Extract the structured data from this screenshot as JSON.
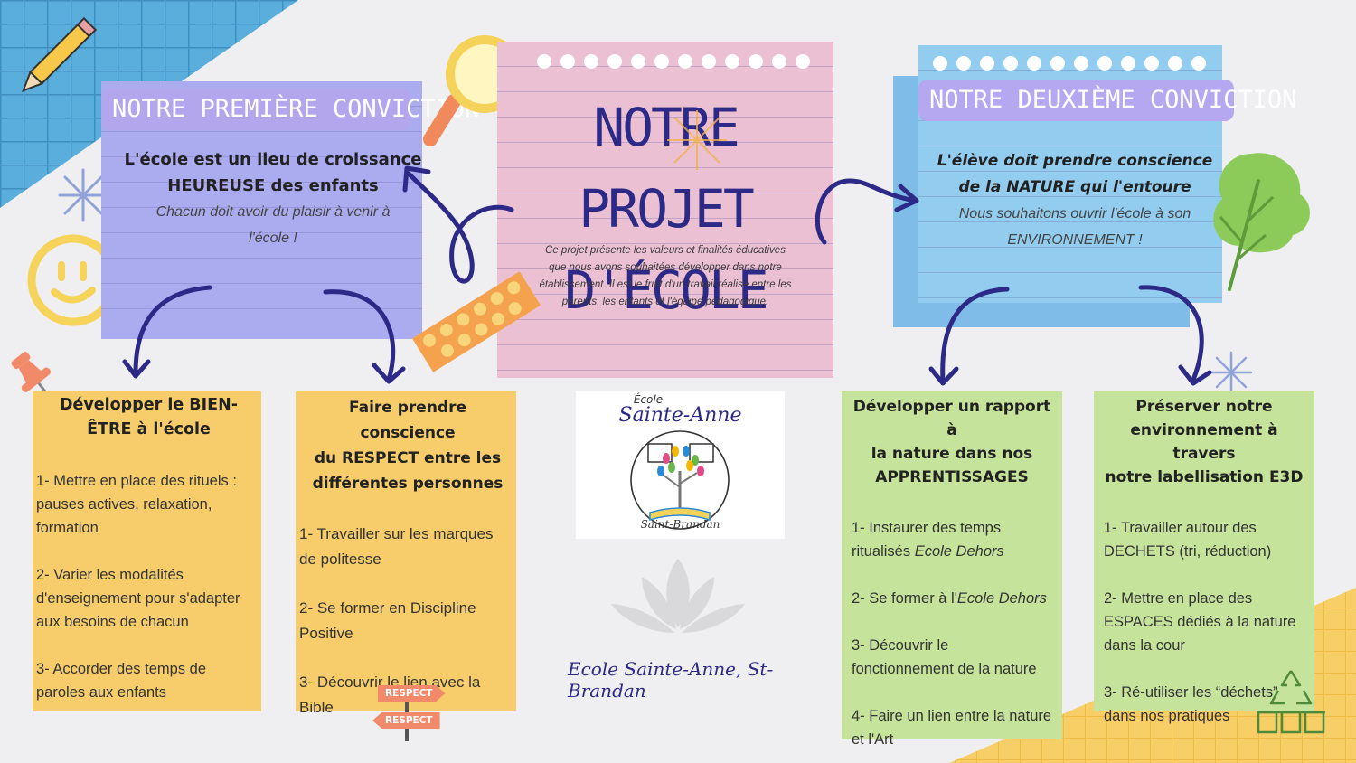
{
  "center_note": {
    "title_line1": "NOTRE PROJET",
    "title_line2": "D'ÉCOLE",
    "description_line1": "Ce projet présente les valeurs et finalités éducatives",
    "description_line2": "que nous avons souhaitées développer dans notre",
    "description_line3": "établissement. Il est le fruit d'un travail réalisé entre les",
    "description_line4": "parents, les enfants et l'équipe pédagogique."
  },
  "conviction1": {
    "title": "NOTRE PREMIÈRE CONVICTION",
    "line1": "L'école est un lieu de croissance",
    "line2_bold": "HEUREUSE",
    "line2_rest": " des enfants",
    "subtitle_line1": "Chacun doit avoir du plaisir à venir à",
    "subtitle_line2": "l'école !"
  },
  "conviction2": {
    "title": "NOTRE DEUXIÈME CONVICTION",
    "line1": "L'élève doit prendre conscience",
    "line2": "de la NATURE qui l'entoure",
    "subtitle_line1": "Nous souhaitons ouvrir l'école à son",
    "subtitle_line2": "ENVIRONNEMENT !"
  },
  "boxes": [
    {
      "title_line1": "Développer le BIEN-",
      "title_line2": "ÊTRE à l'école",
      "items": [
        [
          "1- Mettre en place des rituels :",
          "pauses actives, relaxation,",
          "formation"
        ],
        [
          "2- Varier les modalités",
          "d'enseignement pour s'adapter",
          "aux besoins de chacun"
        ],
        [
          "3- Accorder des temps de",
          "paroles aux enfants"
        ]
      ]
    },
    {
      "title_line1": "Faire prendre conscience",
      "title_line2": "du RESPECT entre les",
      "title_line3": "différentes personnes",
      "items": [
        [
          "1- Travailler sur les marques",
          "de politesse"
        ],
        [
          "2- Se former en Discipline",
          "Positive"
        ],
        [
          "3- Découvrir le lien avec la",
          "Bible"
        ]
      ]
    },
    {
      "title_line1": "Développer un rapport à",
      "title_line2": "la nature dans nos",
      "title_line3": "APPRENTISSAGES",
      "items": [
        [
          "1- Instaurer des temps",
          "ritualisés ",
          "Ecole Dehors"
        ],
        [
          "2- Se former à l'",
          "Ecole Dehors"
        ],
        [
          "3- Découvrir le",
          "fonctionnement de la nature"
        ],
        [
          "4- Faire un lien entre la nature",
          "et l'Art"
        ]
      ]
    },
    {
      "title_line1": "Préserver notre",
      "title_line2": "environnement à travers",
      "title_line3": "notre labellisation E3D",
      "items": [
        [
          "1- Travailler autour des",
          "DECHETS (tri, réduction)"
        ],
        [
          "2- Mettre en place des",
          "ESPACES dédiés à la nature",
          "dans la cour"
        ],
        [
          "3- Ré-utiliser les “déchets”",
          "dans nos pratiques"
        ]
      ]
    }
  ],
  "logo": {
    "top_small": "École",
    "name": "Sainte-Anne",
    "bottom": "Saint-Brandan"
  },
  "signature": "Ecole Sainte-Anne, St-Brandan",
  "signs": [
    "RESPECT",
    "RESPECT"
  ],
  "colors": {
    "purple_card": "#ababf0",
    "pink_card": "#ecc0d3",
    "blue_card": "#8fcbef",
    "yellow_box": "#f6cd6a",
    "green_box": "#c5e39a",
    "arrow": "#2c2a86",
    "title_text": "#2c2a86"
  },
  "icons": [
    "pencil-icon",
    "magnifier-icon",
    "smiley-icon",
    "pushpin-icon",
    "sparkle-icon",
    "tree-icon",
    "recycle-icon",
    "lotus-icon",
    "tape-icon"
  ]
}
